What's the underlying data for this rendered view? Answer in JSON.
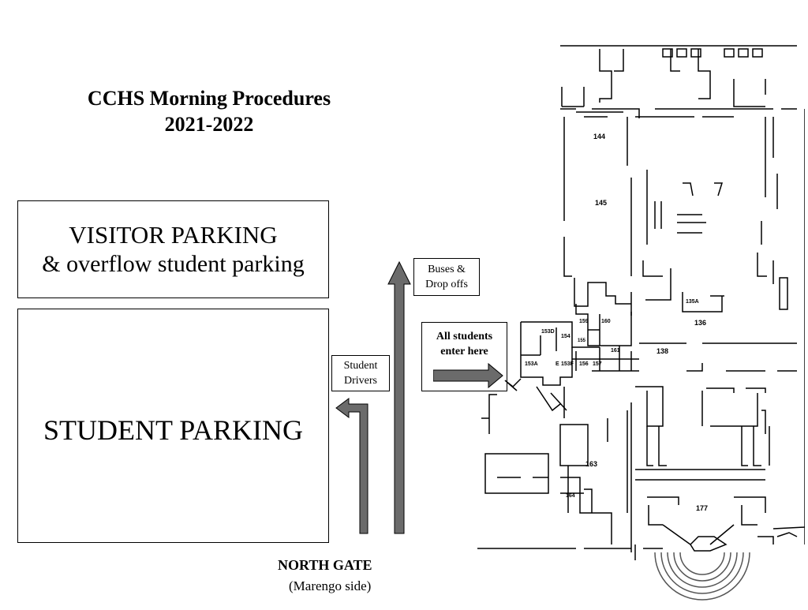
{
  "title": {
    "line1": "CCHS Morning Procedures",
    "line2": "2021-2022"
  },
  "visitor_parking": {
    "line1": "VISITOR PARKING",
    "line2": "& overflow student parking"
  },
  "student_parking": {
    "label": "STUDENT PARKING"
  },
  "buses_box": {
    "line1": "Buses &",
    "line2": "Drop offs"
  },
  "drivers_box": {
    "line1": "Student",
    "line2": "Drivers"
  },
  "enter_box": {
    "line1": "All students",
    "line2": "enter here"
  },
  "gate": {
    "name": "NORTH GATE",
    "side": "(Marengo side)"
  },
  "rooms": {
    "r144": "144",
    "r145": "145",
    "r135A": "135A",
    "r136": "136",
    "r138": "138",
    "r159": "159",
    "r160": "160",
    "r153D": "153D",
    "r154": "154",
    "r155": "155",
    "r161": "161",
    "r153A": "153A",
    "r153F": "153F",
    "r156": "156",
    "r157": "157",
    "rE": "E",
    "r163": "163",
    "r164": "164",
    "r177": "177"
  },
  "colors": {
    "arrow_fill": "#6b6b6b",
    "line": "#000000"
  }
}
